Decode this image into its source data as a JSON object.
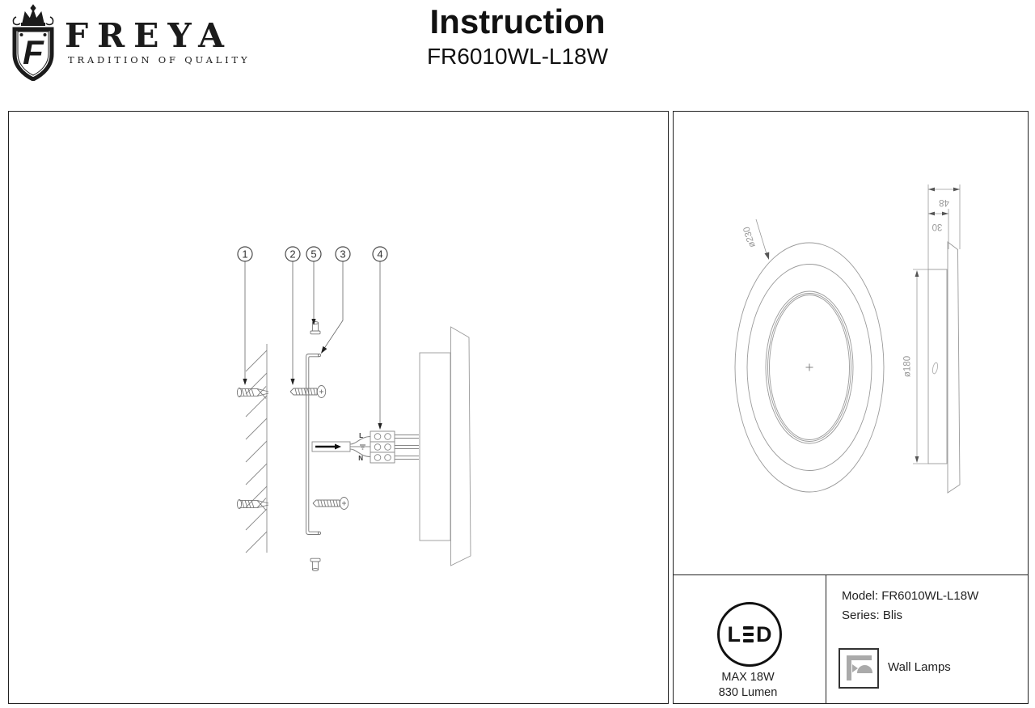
{
  "header": {
    "brand": "FREYA",
    "tagline": "TRADITION OF QUALITY",
    "monogram": "F",
    "title": "Instruction",
    "model": "FR6010WL-L18W"
  },
  "installation": {
    "callout_1": "1",
    "callout_2": "2",
    "callout_5": "5",
    "callout_3": "3",
    "callout_4": "4",
    "terminal_live": "L",
    "terminal_neutral": "N"
  },
  "drawing": {
    "dim_outer_diameter": "ø230",
    "dim_inner_diameter": "ø180",
    "dim_depth_total": "48",
    "dim_depth_body": "30"
  },
  "info": {
    "led_l": "L",
    "led_d": "D",
    "max_power": "MAX 18W",
    "luminous_flux": "830 Lumen",
    "model_label": "Model: FR6010WL-L18W",
    "series_label": "Series: Blis",
    "category_label": "Wall Lamps"
  }
}
